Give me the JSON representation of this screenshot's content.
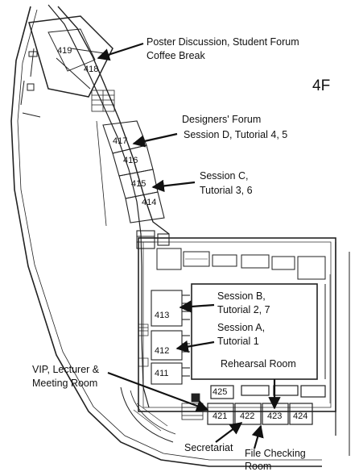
{
  "floor_label": "4F",
  "rooms": {
    "r419": "419",
    "r418": "418",
    "r417": "417",
    "r416": "416",
    "r415": "415",
    "r414": "414",
    "r413": "413",
    "r412": "412",
    "r411": "411",
    "r425": "425",
    "r421": "421",
    "r422": "422",
    "r423": "423",
    "r424": "424"
  },
  "annotations": {
    "poster_1": "Poster Discussion, Student Forum",
    "poster_2": "Coffee Break",
    "designers_1": "Designers' Forum",
    "designers_2": "Session D, Tutorial 4, 5",
    "session_c_1": "Session C,",
    "session_c_2": "Tutorial 3, 6",
    "session_b_1": "Session B,",
    "session_b_2": "Tutorial 2, 7",
    "session_a_1": "Session A,",
    "session_a_2": "Tutorial 1",
    "rehearsal": "Rehearsal Room",
    "vip_1": "VIP, Lecturer &",
    "vip_2": "Meeting Room",
    "secretariat": "Secretariat",
    "filecheck_1": "File Checking",
    "filecheck_2": "Room"
  }
}
